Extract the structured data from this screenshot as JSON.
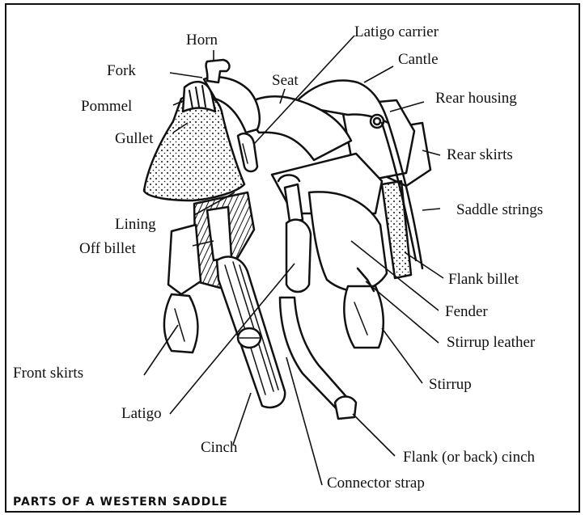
{
  "caption": "PARTS OF A WESTERN SADDLE",
  "labels": {
    "horn": "Horn",
    "latigo_carrier": "Latigo carrier",
    "fork": "Fork",
    "cantle": "Cantle",
    "seat": "Seat",
    "pommel": "Pommel",
    "rear_housing": "Rear housing",
    "gullet": "Gullet",
    "rear_skirts": "Rear skirts",
    "saddle_strings": "Saddle strings",
    "lining": "Lining",
    "off_billet": "Off billet",
    "flank_billet": "Flank billet",
    "fender": "Fender",
    "stirrup_leather": "Stirrup leather",
    "front_skirts": "Front skirts",
    "stirrup": "Stirrup",
    "latigo": "Latigo",
    "flank_cinch": "Flank (or back) cinch",
    "cinch": "Cinch",
    "connector_strap": "Connector strap"
  }
}
